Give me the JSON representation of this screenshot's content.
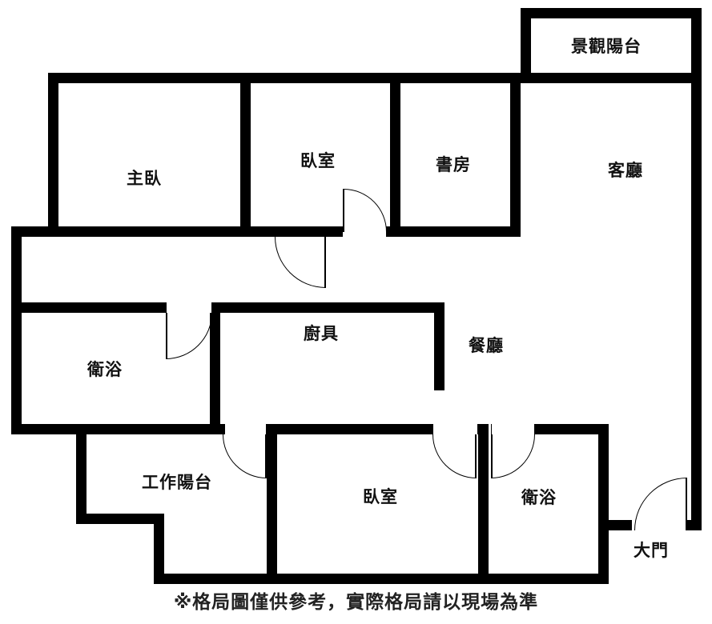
{
  "colors": {
    "wall": "#000000",
    "background": "#ffffff",
    "text": "#111111"
  },
  "rooms": {
    "view_balcony": {
      "label": "景觀陽台"
    },
    "master_bedroom": {
      "label": "主臥"
    },
    "bedroom_top": {
      "label": "臥室"
    },
    "study": {
      "label": "書房"
    },
    "living_room": {
      "label": "客廳"
    },
    "bathroom_left": {
      "label": "衛浴"
    },
    "kitchen": {
      "label": "廚具"
    },
    "dining_room": {
      "label": "餐廳"
    },
    "work_balcony": {
      "label": "工作陽台"
    },
    "bedroom_bottom": {
      "label": "臥室"
    },
    "bathroom_bottom": {
      "label": "衛浴"
    },
    "main_entrance": {
      "label": "大門"
    }
  },
  "footer": {
    "note": "※格局圖僅供參考，實際格局請以現場為準"
  }
}
